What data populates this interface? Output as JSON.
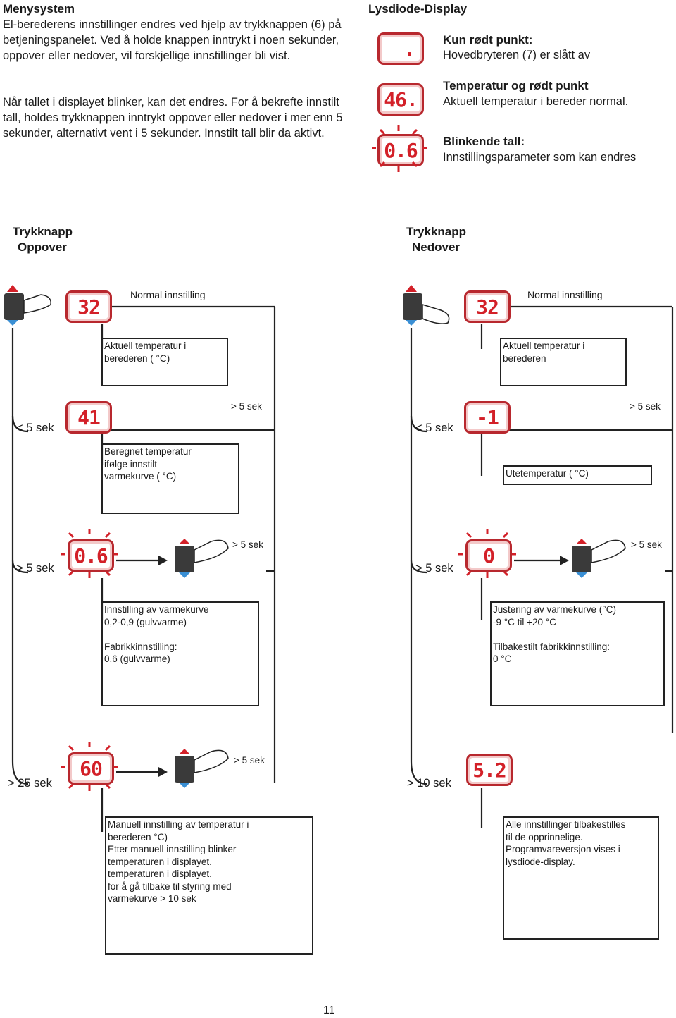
{
  "intro": {
    "title": "Menysystem",
    "para1": "El-berederens innstillinger endres ved hjelp av trykknappen (6) på betjeningspanelet. Ved å holde knappen inntrykt i noen sekunder, oppover eller nedover, vil forskjellige innstillinger bli vist.",
    "para2": "Når tallet i displayet blinker, kan det endres. For å bekrefte innstilt tall, holdes trykknappen inntrykt oppover eller nedover i mer enn 5 sekunder, alternativt vent i 5 sekunder. Innstilt tall blir da aktivt."
  },
  "led_section": {
    "title": "Lysdiode-Display",
    "items": [
      {
        "display": ".",
        "heading": "Kun rødt punkt:",
        "text": "Hovedbryteren (7) er slått av"
      },
      {
        "display": "46.",
        "heading": "Temperatur og rødt punkt",
        "text": "Aktuell temperatur i bereder normal."
      },
      {
        "display": "0.6",
        "heading": "Blinkende tall:",
        "text": "Innstillingsparameter som kan endres"
      }
    ]
  },
  "left": {
    "heading_line1": "Trykknapp",
    "heading_line2": "Oppover",
    "normal_label": "Normal innstilling",
    "step1": {
      "display": "32",
      "box": "Aktuell temperatur i\nberederen ( °C)"
    },
    "step2": {
      "display": "41",
      "time": "< 5 sek",
      "gt": "> 5 sek",
      "box": "Beregnet temperatur\nifølge innstilt\nvarmekurve ( °C)"
    },
    "step3": {
      "display": "0.6",
      "time": "> 5 sek",
      "gt": "> 5 sek",
      "box": "Innstilling av varmekurve\n0,2-0,9 (gulvvarme)\n\nFabrikkinnstilling:\n0,6 (gulvvarme)"
    },
    "step4": {
      "display": "60",
      "time": "> 25 sek",
      "gt": "> 5 sek",
      "box": "Manuell innstilling av temperatur i\nberederen °C)\nEtter manuell innstilling blinker\ntemperaturen i displayet.\ntemperaturen i displayet.\nfor å gå tilbake til styring med\nvarmekurve > 10 sek"
    }
  },
  "right": {
    "heading_line1": "Trykknapp",
    "heading_line2": "Nedover",
    "normal_label": "Normal innstilling",
    "step1": {
      "display": "32",
      "box": "Aktuell  temperatur  i\nberederen"
    },
    "step2": {
      "display": "-1",
      "time": "< 5 sek",
      "gt": "> 5 sek",
      "box": "Utetemperatur ( °C)"
    },
    "step3": {
      "display": "0",
      "time": "> 5 sek",
      "gt": "> 5 sek",
      "box": "Justering av varmekurve (°C)\n-9 °C til +20 °C\n\nTilbakestilt fabrikkinnstilling:\n0 °C"
    },
    "step4": {
      "display": "5.2",
      "time": "> 10 sek",
      "box": "Alle innstillinger tilbakestilles\ntil de opprinnelige.\nProgramvareversjon vises i\nlysdiode-display."
    }
  },
  "page_number": "11",
  "colors": {
    "led_red": "#d32028",
    "led_border": "#b8282e",
    "arrow_up": "#d32028",
    "arrow_down": "#3a8fd4"
  }
}
